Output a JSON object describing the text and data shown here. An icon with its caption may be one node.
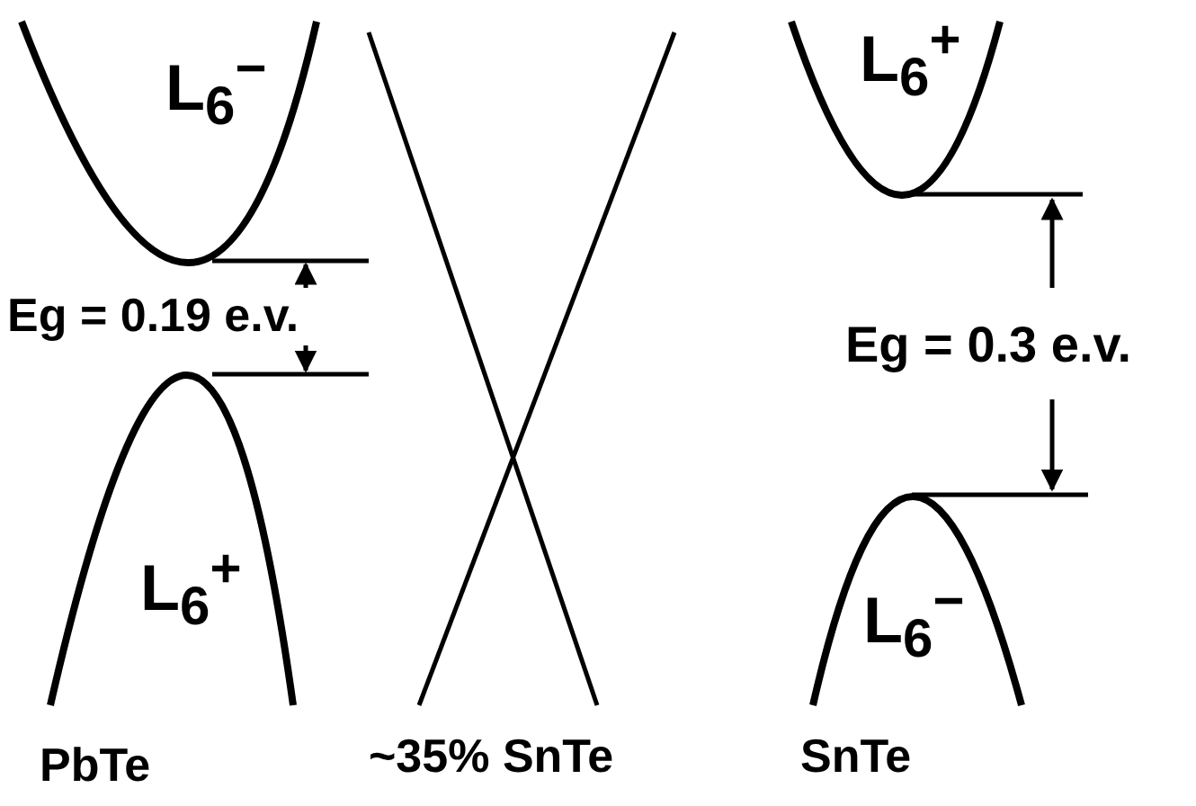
{
  "diagram": {
    "labels": [
      "L$_{6}$$^{−}$",
      "L$_{6}$$^{+}$",
      "Eg = 0.19 e.v.",
      "Eg = 0.3 e.v.",
      "L$_{6}$$^{+}$",
      "L$_{6}$$^{−}$",
      "PbTe",
      "~35% SnTe",
      "SnTe"
    ]
  }
}
